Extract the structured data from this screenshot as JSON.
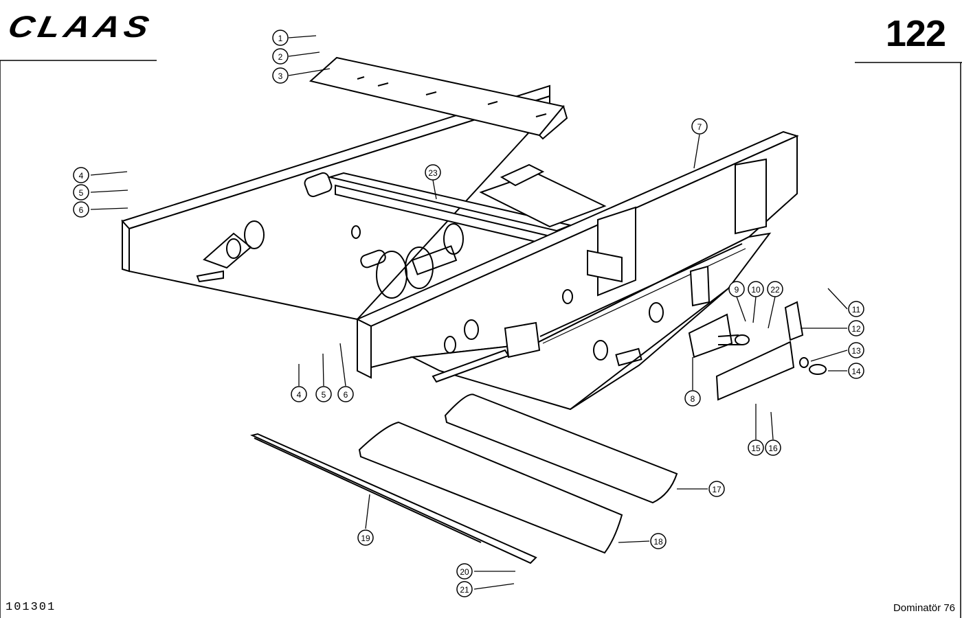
{
  "header": {
    "logo_text": "CLAAS",
    "page_number": "122"
  },
  "footer": {
    "drawing_id": "101301",
    "model_name": "Dominatör 76"
  },
  "callouts": [
    "1",
    "2",
    "3",
    "4",
    "5",
    "6",
    "4",
    "5",
    "6",
    "7",
    "8",
    "9",
    "10",
    "22",
    "11",
    "12",
    "13",
    "14",
    "15",
    "16",
    "17",
    "18",
    "19",
    "20",
    "21",
    "23"
  ]
}
